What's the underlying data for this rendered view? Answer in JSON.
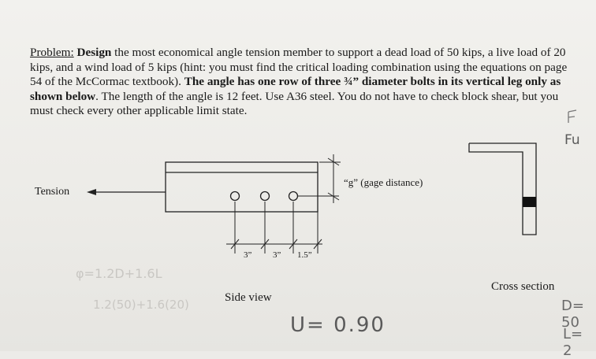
{
  "problem": {
    "prefix": "Problem:",
    "design": "Design",
    "text1": " the most economical angle tension member to support a dead load of 50 kips, a live load of 20 kips, and a wind load of 5 kips (hint: you must find the critical loading combination using the equations on page 54 of the McCormac textbook). ",
    "bold_angle": "The angle has one row of three ¾” diameter bolts in its vertical leg only as shown below",
    "text2": ". The length of the angle is 12 feet. Use A36 steel. You do not have to check block shear, but you must check every other applicable limit state."
  },
  "diagram": {
    "tension_label": "Tension",
    "gage_label": "“g” (gage distance)",
    "spacing": [
      "3”",
      "3”",
      "1.5”"
    ],
    "side_view_label": "Side view",
    "cross_section_label": "Cross section"
  },
  "handwriting": {
    "right_top": "Fy",
    "right_mid": "Fu",
    "bottom_u": "U= 0.90",
    "bottom_right_1": "D= 50",
    "bottom_right_2": "L= 2",
    "faint_left_1": "φ=1.2D+1.6L",
    "faint_left_2": "1.2(50)+1.6(20)"
  }
}
